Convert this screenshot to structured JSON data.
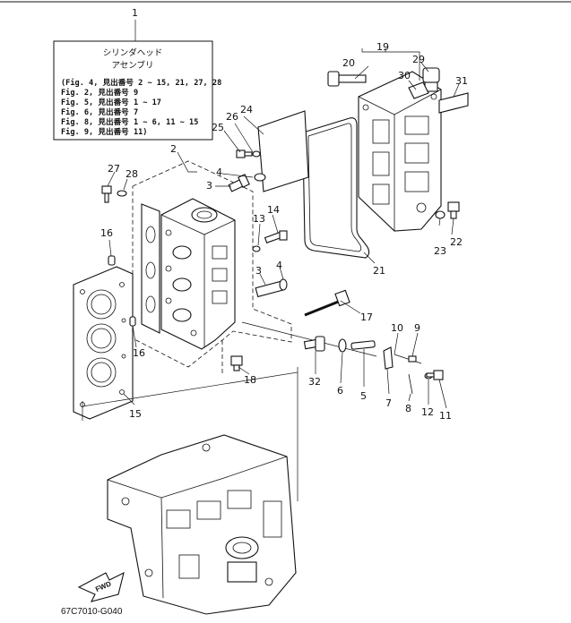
{
  "legend_box": {
    "title_line1": "シリンダヘッド",
    "title_line2": "アセンブリ",
    "lines": [
      "(Fig. 4, 見出番号 2 ~ 15, 21, 27, 28",
      " Fig. 2, 見出番号 9",
      " Fig. 5, 見出番号 1 ~ 17",
      " Fig. 6, 見出番号 7",
      " Fig. 8, 見出番号 1 ~ 6, 11 ~ 15",
      " Fig. 9, 見出番号 11)"
    ]
  },
  "callouts": {
    "n1": "1",
    "n2": "2",
    "n3a": "3",
    "n3b": "3",
    "n4a": "4",
    "n4b": "4",
    "n5": "5",
    "n6": "6",
    "n7": "7",
    "n8": "8",
    "n9": "9",
    "n10": "10",
    "n11": "11",
    "n12": "12",
    "n13": "13",
    "n14": "14",
    "n15": "15",
    "n16a": "16",
    "n16b": "16",
    "n17": "17",
    "n18": "18",
    "n19": "19",
    "n20": "20",
    "n21": "21",
    "n22": "22",
    "n23": "23",
    "n24": "24",
    "n25": "25",
    "n26": "26",
    "n27": "27",
    "n28": "28",
    "n29": "29",
    "n30": "30",
    "n31": "31",
    "n32": "32"
  },
  "fwd_label": "FWD",
  "drawing_code": "67C7010-G040"
}
